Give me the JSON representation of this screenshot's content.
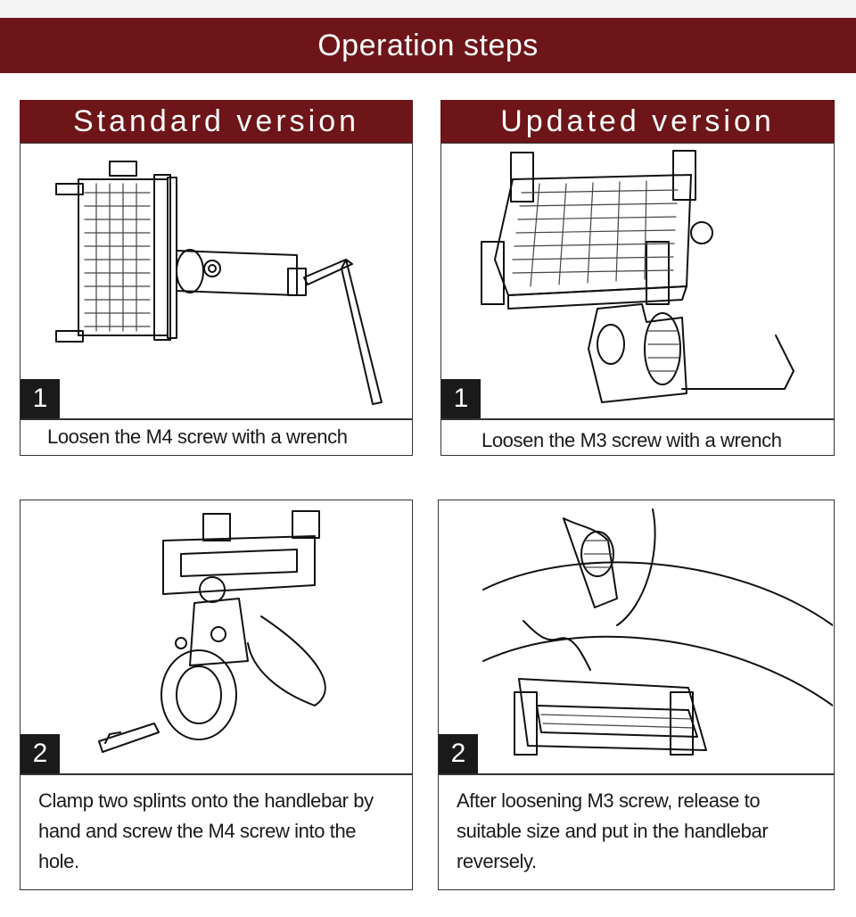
{
  "page_title": "Operation steps",
  "columns": [
    {
      "version_title": "Standard version"
    },
    {
      "version_title": "Updated version"
    }
  ],
  "steps": [
    {
      "number": "1",
      "caption": "Loosen the M4 screw with a wrench"
    },
    {
      "number": "1",
      "caption": "Loosen the M3 screw with a wrench"
    },
    {
      "number": "2",
      "caption": "Clamp two splints onto the handlebar by hand and screw the M4 screw into the hole."
    },
    {
      "number": "2",
      "caption": "After loosening M3 screw, release to suitable size and put in the handlebar reversely."
    }
  ],
  "colors": {
    "header_bg": "#6e1519",
    "badge_bg": "#1a1a1a",
    "border": "#333333"
  },
  "icons": [
    "phone-holder-illustration",
    "hex-wrench-illustration",
    "handlebar-illustration"
  ]
}
